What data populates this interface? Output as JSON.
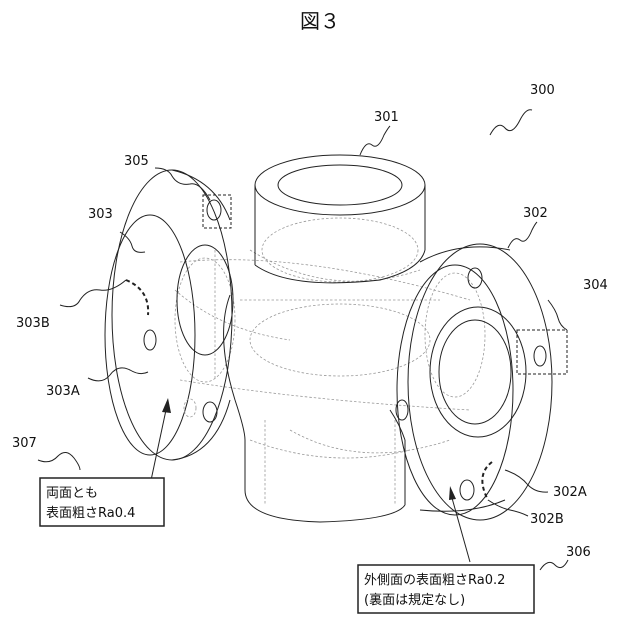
{
  "figure": {
    "title": "図３"
  },
  "labels": {
    "l300": "300",
    "l301": "301",
    "l302": "302",
    "l302a": "302A",
    "l302b": "302B",
    "l303": "303",
    "l303a": "303A",
    "l303b": "303B",
    "l304": "304",
    "l305": "305",
    "l306": "306",
    "l307": "307"
  },
  "notes": {
    "left_line1": "両面とも",
    "left_line2": "表面粗さRa0.4",
    "right_line1": "外側面の表面粗さRa0.2",
    "right_line2": "(裏面は規定なし)"
  }
}
